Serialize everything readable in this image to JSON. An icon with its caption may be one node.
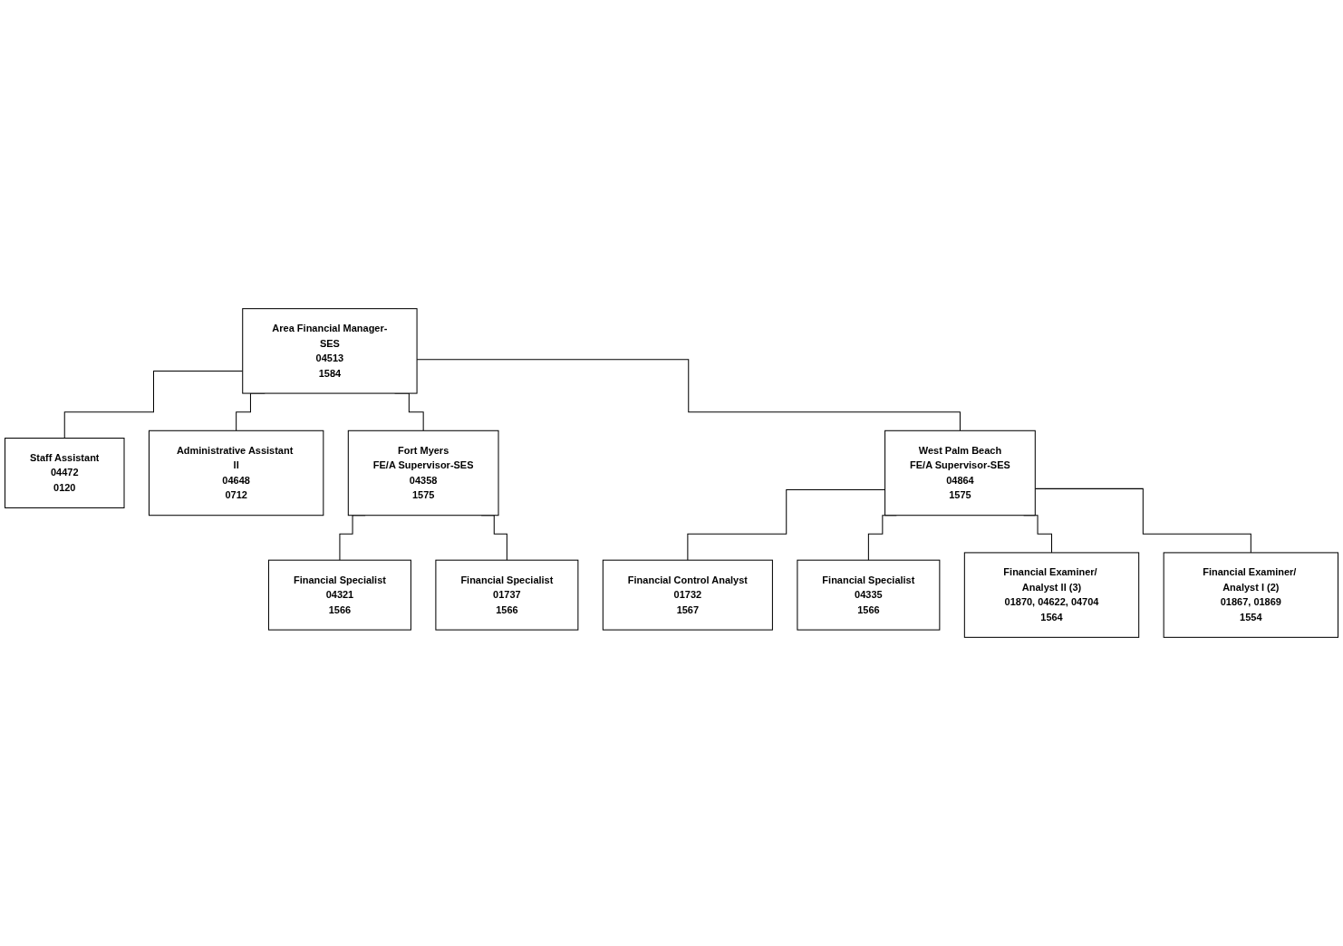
{
  "diagram": {
    "nodes": [
      {
        "text": [
          "Area Financial Manager-SES",
          "04513",
          "1584"
        ]
      },
      {
        "text": [
          "Staff Assistant",
          "04472",
          "0120"
        ]
      },
      {
        "text": [
          "Administrative Assistant II",
          "04648",
          "0712"
        ]
      },
      {
        "text": [
          "Fort Myers",
          "FE/A Supervisor-SES",
          "04358",
          "1575"
        ]
      },
      {
        "text": [
          "West Palm Beach",
          "FE/A Supervisor-SES",
          "04864",
          "1575"
        ]
      },
      {
        "text": [
          "Financial Specialist",
          "04321",
          "1566"
        ]
      },
      {
        "text": [
          "Financial Specialist",
          "01737",
          "1566"
        ]
      },
      {
        "text": [
          "Financial Control Analyst",
          "01732",
          "1567"
        ]
      },
      {
        "text": [
          "Financial Specialist",
          "04335",
          "1566"
        ]
      },
      {
        "text": [
          "Financial Examiner/ Analyst II (3)",
          "01870, 04622, 04704",
          "1564"
        ]
      },
      {
        "text": [
          "Financial Examiner/ Analyst I (2)",
          "01867, 01869",
          "1554"
        ]
      }
    ],
    "edges": [
      {
        "from": 0,
        "to": 1,
        "arrow": "none"
      },
      {
        "from": 0,
        "to": 2,
        "arrow": "none"
      },
      {
        "from": 0,
        "to": 3,
        "arrow": "none"
      },
      {
        "from": 0,
        "to": 4,
        "arrow": "none"
      },
      {
        "from": 3,
        "to": 5,
        "arrow": "none"
      },
      {
        "from": 3,
        "to": 6,
        "arrow": "none"
      },
      {
        "from": 4,
        "to": 7,
        "arrow": "none"
      },
      {
        "from": 4,
        "to": 8,
        "arrow": "none"
      },
      {
        "from": 4,
        "to": 9,
        "arrow": "none"
      },
      {
        "from": 4,
        "to": 10,
        "arrow": "none"
      }
    ]
  }
}
